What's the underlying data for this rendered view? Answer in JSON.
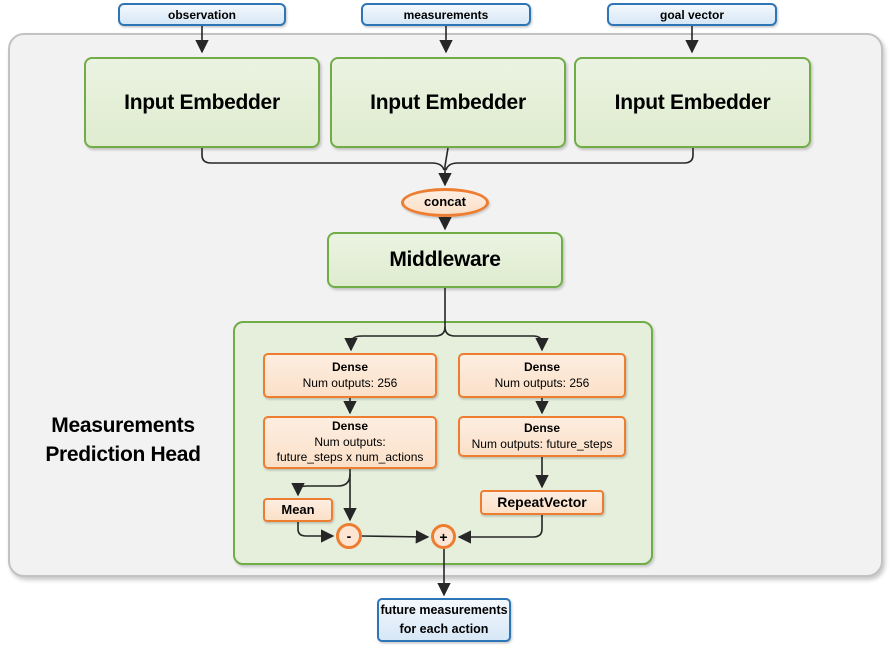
{
  "colors": {
    "blue_border": "#2e75b6",
    "blue_fill": "#dce9f7",
    "green_border": "#70ad47",
    "green_fill": "#e4efdb",
    "orange_border": "#ed7d31",
    "orange_fill": "#fce5d3",
    "outer_container_fill": "#f2f2f2",
    "outer_container_border": "#c2c2c2",
    "wire": "#262626"
  },
  "inputs": [
    {
      "label": "observation"
    },
    {
      "label": "measurements"
    },
    {
      "label": "goal vector"
    }
  ],
  "embedders": [
    {
      "label": "Input Embedder"
    },
    {
      "label": "Input Embedder"
    },
    {
      "label": "Input Embedder"
    }
  ],
  "concat": {
    "label": "concat"
  },
  "middleware": {
    "label": "Middleware"
  },
  "head": {
    "title_line1": "Measurements",
    "title_line2": "Prediction Head",
    "left": {
      "dense1_title": "Dense",
      "dense1_sub": "Num outputs: 256",
      "dense2_title": "Dense",
      "dense2_sub1": "Num outputs:",
      "dense2_sub2": "future_steps x num_actions",
      "mean_label": "Mean",
      "minus_label": "-"
    },
    "right": {
      "dense1_title": "Dense",
      "dense1_sub": "Num outputs: 256",
      "dense2_title": "Dense",
      "dense2_sub": "Num outputs: future_steps",
      "repeat_label": "RepeatVector",
      "plus_label": "+"
    }
  },
  "output": {
    "line1": "future measurements",
    "line2": "for each action"
  }
}
